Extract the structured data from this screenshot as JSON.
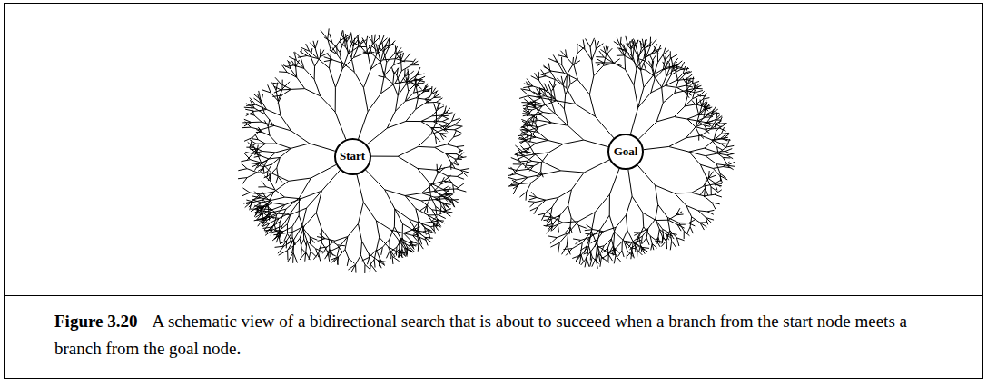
{
  "diagram": {
    "caption": "A schematic view of a bidirectional search that is about to succeed when a branch from the start node meets a branch from the goal node.",
    "nodes": [
      {
        "text": [
          "Start"
        ]
      },
      {
        "text": [
          "Goal"
        ]
      }
    ],
    "labels": [
      "Figure 3.20"
    ]
  }
}
